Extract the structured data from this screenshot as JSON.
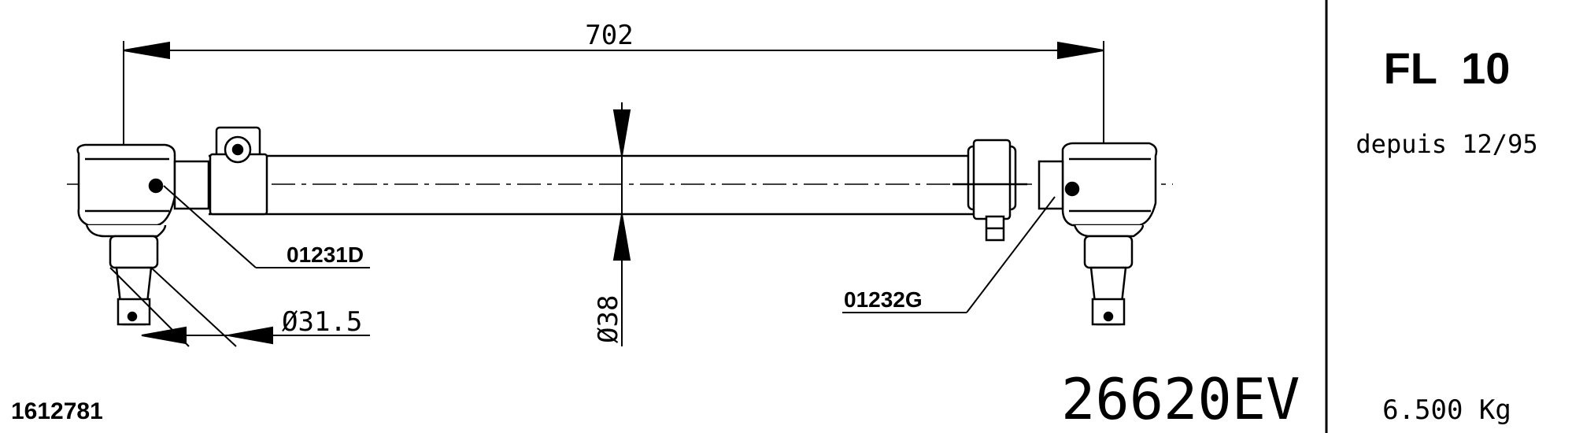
{
  "drawing": {
    "length_dim": "702",
    "tube_dia_dim": "Ø38",
    "cone_dia_dim": "Ø31.5",
    "left_end_ref": "01231D",
    "right_end_ref": "01232G",
    "ref_number": "1612781",
    "part_number": "26620EV"
  },
  "info_panel": {
    "model": "FL  10",
    "since": "depuis 12/95",
    "weight": "6.500 Kg"
  },
  "colors": {
    "ink": "#000000",
    "paper": "#ffffff"
  }
}
